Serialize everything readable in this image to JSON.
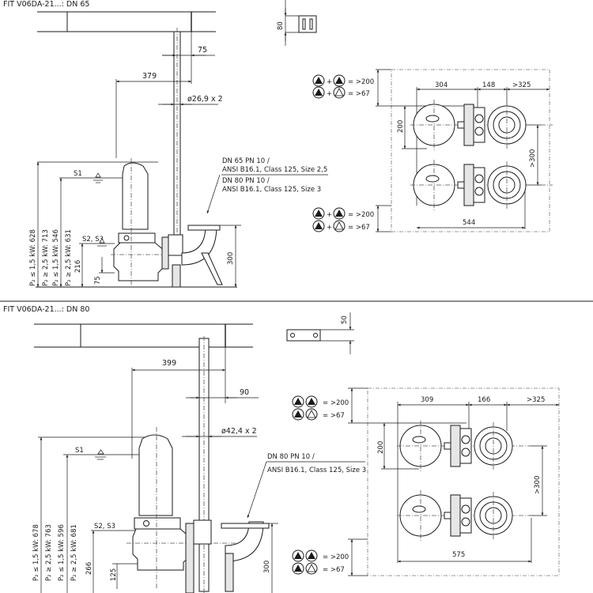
{
  "top": {
    "title": "FIT V06DA-21...: DN 65",
    "dims": {
      "d75": "75",
      "d379": "379",
      "pipe": "ø26,9 x 2",
      "bracket_h": "80",
      "d300": "300",
      "d216": "216",
      "d75b": "75",
      "layout_304": "304",
      "layout_148": "148",
      "layout_325": ">325",
      "layout_200": "200",
      "layout_300": ">300",
      "layout_544": "544"
    },
    "levels": {
      "s1": "S1",
      "s23": "S2, S3"
    },
    "heights": [
      "P₂ ≤ 1,5 kW: 628",
      "P₂ ≥ 2,5 kW: 713",
      "P₂ ≤ 1,5 kW: 546",
      "P₂ ≥ 2,5 kW: 631"
    ],
    "flange_notes": [
      "DN 65 PN 10 /",
      "ANSI B16.1, Class 125, Size 2,5",
      "DN 80 PN 10 /",
      "ANSI B16.1, Class 125, Size 3"
    ],
    "legend": [
      {
        "formula": "+",
        "value": "= >200"
      },
      {
        "formula": "+",
        "value": "= >67"
      }
    ],
    "legend_bottom": [
      {
        "formula": "+",
        "value": "= >200"
      },
      {
        "formula": "+",
        "value": "= >67"
      }
    ]
  },
  "bottom": {
    "title": "FIT V06DA-21...: DN 80",
    "dims": {
      "d399": "399",
      "d90": "90",
      "pipe": "ø42,4 x 2",
      "bracket_h": "50",
      "d300": "300",
      "d266": "266",
      "d125": "125",
      "layout_309": "309",
      "layout_166": "166",
      "layout_325": ">325",
      "layout_200": "200",
      "layout_300": ">300",
      "layout_575": "575"
    },
    "levels": {
      "s1": "S1",
      "s23": "S2, S3"
    },
    "heights": [
      "P₂ ≤ 1,5 kW: 678",
      "P₂ ≥ 2,5 kW: 763",
      "P₂ ≤ 1,5 kW: 596",
      "P₂ ≥ 2,5 kW: 681"
    ],
    "flange_notes": [
      "DN 80 PN 10 /",
      "ANSI B16.1, Class 125, Size 3"
    ],
    "legend": [
      {
        "formula": "+",
        "value": "= >200"
      },
      {
        "formula": "+",
        "value": "= >67"
      }
    ],
    "legend_bottom": [
      {
        "formula": "+",
        "value": "= >200"
      },
      {
        "formula": "+",
        "value": "= >67"
      }
    ]
  }
}
